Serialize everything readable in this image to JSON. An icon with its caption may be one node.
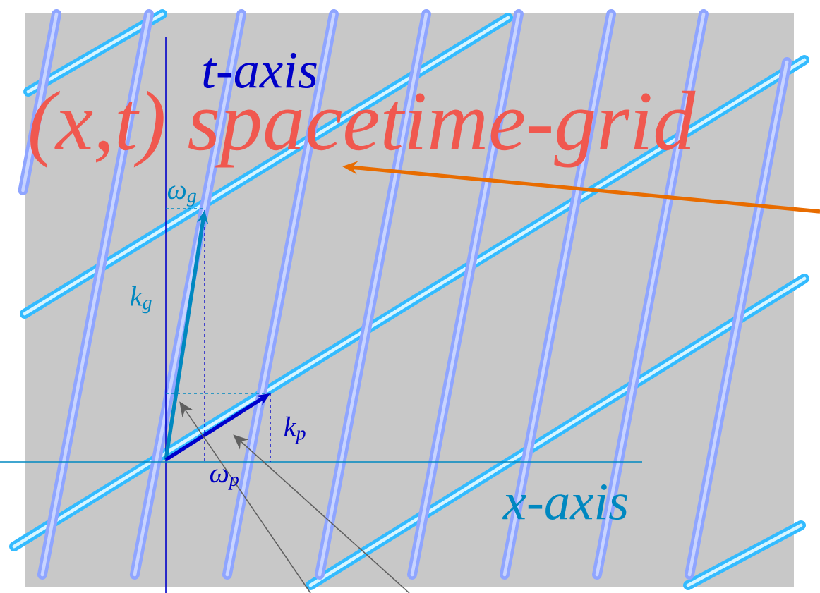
{
  "diagram": {
    "nodes": [
      {
        "text": [
          "(x,t) spacetime-grid"
        ]
      },
      {
        "text": [],
        "shape": "arrow"
      },
      {
        "text": [],
        "shape": "arrow"
      }
    ],
    "edges": [
      {
        "from": null,
        "to": 0,
        "arrow": "to",
        "style": "thick",
        "color": "#e86c00"
      },
      {
        "from": null,
        "to": 1,
        "arrow": "to"
      },
      {
        "from": null,
        "to": 2,
        "arrow": "to"
      }
    ],
    "labels": [
      "t-axis",
      "ω$_{g}$",
      "k$_{g}$",
      "k$_{p}$",
      "ω$_{p}$",
      "x-axis"
    ]
  }
}
